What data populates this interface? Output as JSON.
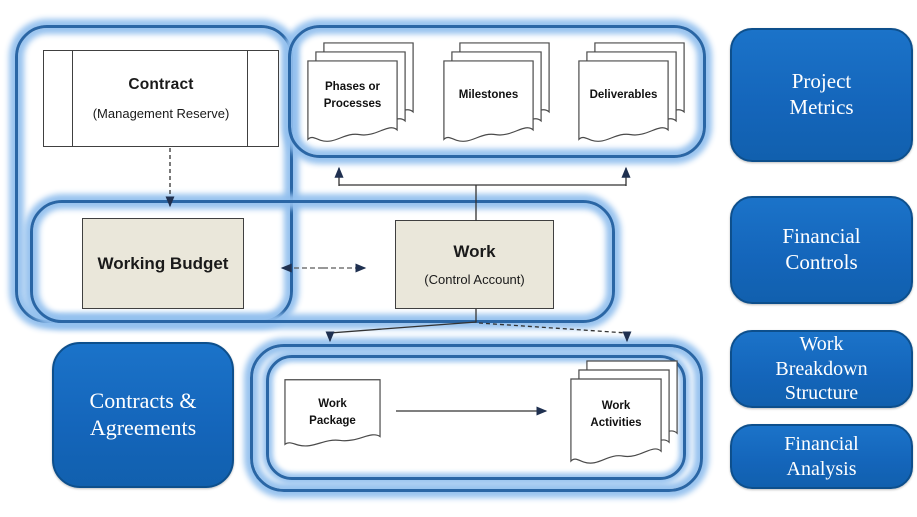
{
  "boxes": {
    "contract": {
      "title": "Contract",
      "subtitle": "(Management Reserve)"
    },
    "working_budget": {
      "title": "Working Budget"
    },
    "work": {
      "title": "Work",
      "subtitle": "(Control Account)"
    }
  },
  "documents": {
    "phases": "Phases or\nProcesses",
    "milestones": "Milestones",
    "deliverables": "Deliverables",
    "work_package": "Work\nPackage",
    "work_activities": "Work\nActivities"
  },
  "categories": {
    "project_metrics": "Project\nMetrics",
    "financial_controls": "Financial\nControls",
    "work_breakdown_structure": "Work\nBreakdown\nStructure",
    "financial_analysis": "Financial\nAnalysis",
    "contracts_agreements": "Contracts &\nAgreements"
  },
  "colors": {
    "category_fill": "#1465ba",
    "category_border": "#0d4f8c",
    "container_stroke": "#2a66a5",
    "container_glow": "#92c0ee",
    "account_box_fill": "#eae7da",
    "document_fill": "#ffffff",
    "arrow_line": "#333333",
    "arrowhead": "#1f3050"
  }
}
